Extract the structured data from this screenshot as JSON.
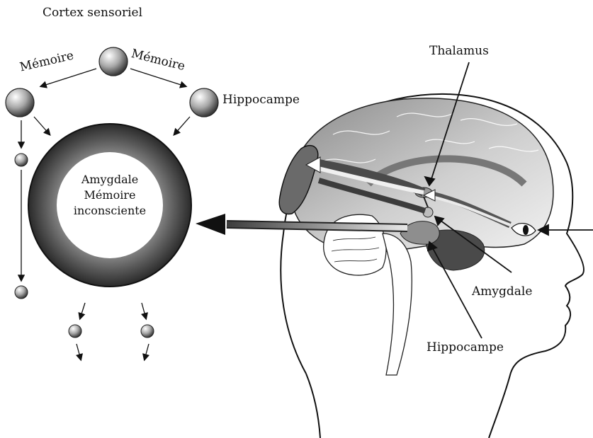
{
  "labels": {
    "sensory_cortex": "Cortex sensoriel",
    "memory_left": "Mémoire",
    "memory_right": "Mémoire",
    "hippocampus_top": "Hippocampe",
    "thalamus": "Thalamus",
    "amygdala": "Amygdale",
    "hippocampus_bottom": "Hippocampe"
  },
  "center": {
    "line1": "Amygdale",
    "line2": "Mémoire",
    "line3": "inconsciente"
  }
}
